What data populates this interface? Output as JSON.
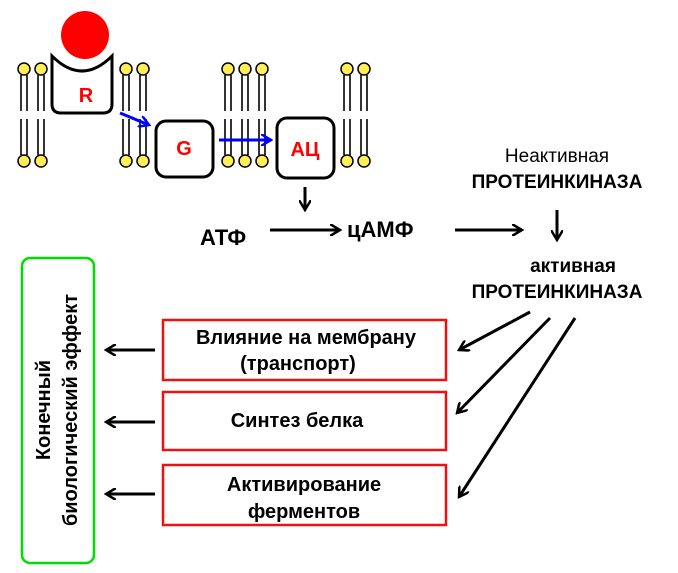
{
  "receptor": {
    "label": "R"
  },
  "g_protein": {
    "label": "G"
  },
  "adenylate_cyclase": {
    "label": "АЦ"
  },
  "pathway": {
    "atp": "АТФ",
    "camp": "цАМФ",
    "inactive_kinase_line1": "Неактивная",
    "inactive_kinase_line2": "ПРОТЕИНКИНАЗА",
    "active_kinase_line1": "активная",
    "active_kinase_line2": "ПРОТЕИНКИНАЗА"
  },
  "effects": {
    "membrane_line1": "Влияние на мембрану",
    "membrane_line2": "(транспорт)",
    "protein_synthesis": "Синтез белка",
    "enzyme_line1": "Активирование",
    "enzyme_line2": "ферментов"
  },
  "final_effect": {
    "line1": "Конечный",
    "line2": "биологический эффект"
  },
  "colors": {
    "ligand": "#ff0000",
    "lipid_head": "#ffee55",
    "signal_arrow": "#0000ff",
    "effect_box_border": "#ee1111",
    "final_box_border": "#00dd00",
    "protein_label": "#ff0000"
  }
}
